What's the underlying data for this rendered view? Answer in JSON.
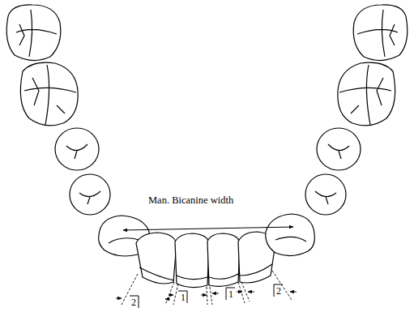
{
  "diagram": {
    "labels": [
      "Man. Bicanine width",
      "2",
      "1",
      "1",
      "2"
    ]
  }
}
